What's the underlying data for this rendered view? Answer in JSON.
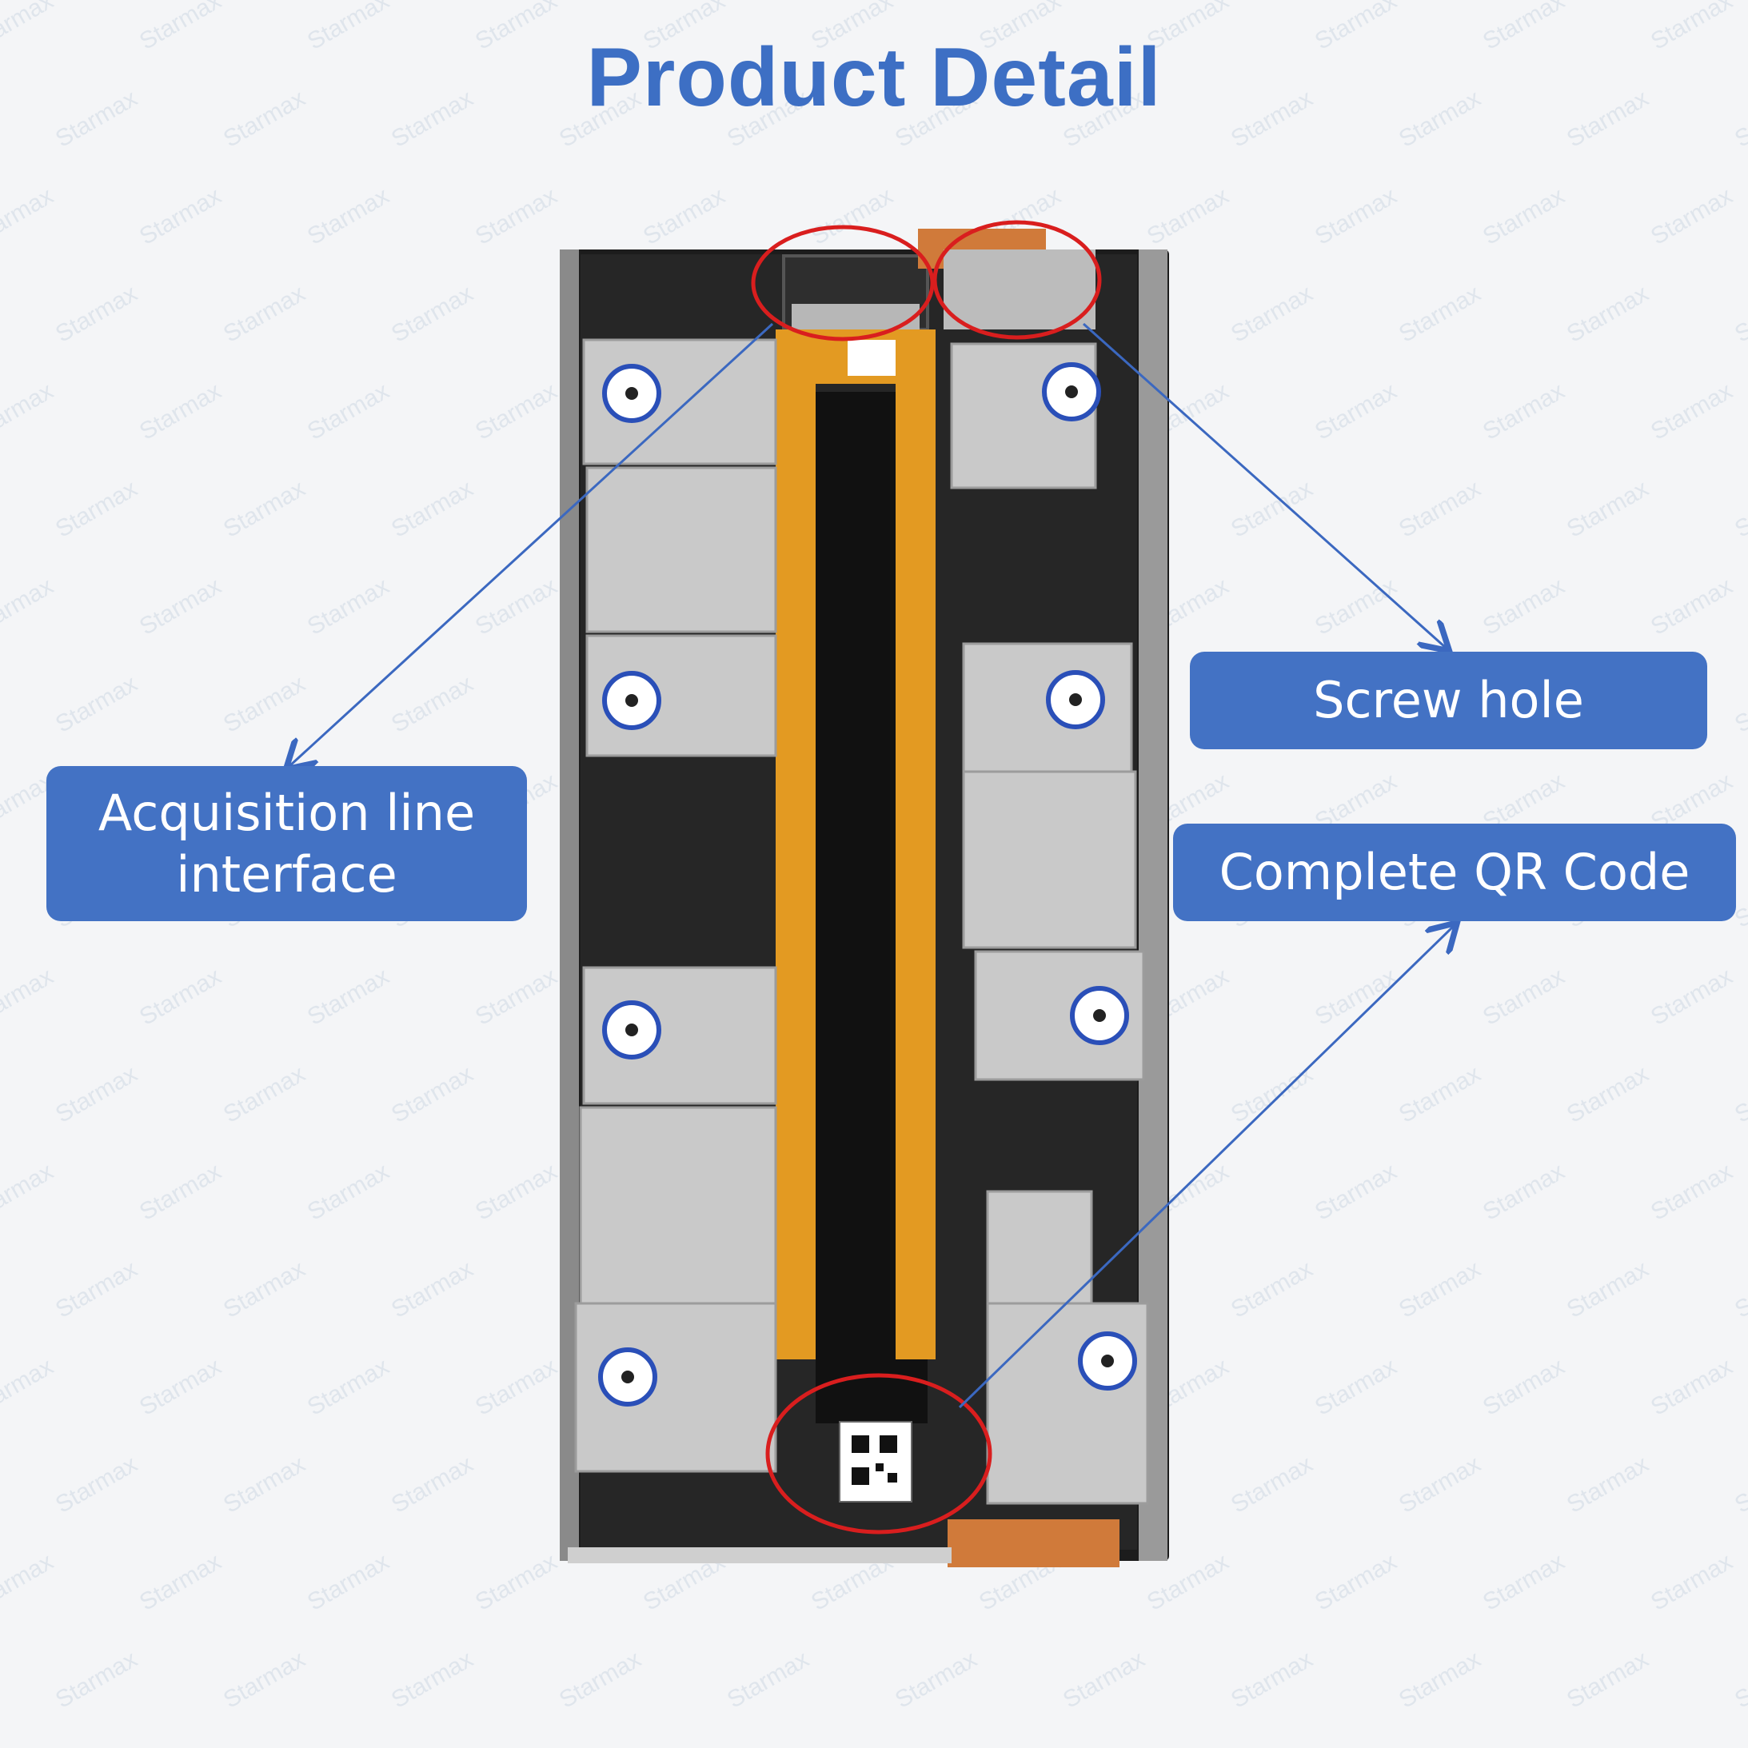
{
  "page": {
    "title": "Product Detail",
    "watermark": "Starmax"
  },
  "callouts": {
    "acquisition": "Acquisition line\ninterface",
    "acquisition_line1": "Acquisition line",
    "acquisition_line2": "interface",
    "screw_hole": "Screw hole",
    "qr_code": "Complete QR Code"
  },
  "colors": {
    "title": "#3d6fc4",
    "label_bg": "#4372c4",
    "circle": "#d91e1e",
    "arrow": "#3b68c0",
    "flex_pcb": "#e39a22",
    "housing": "#1c1c1c",
    "plate": "#c9c9c9"
  }
}
